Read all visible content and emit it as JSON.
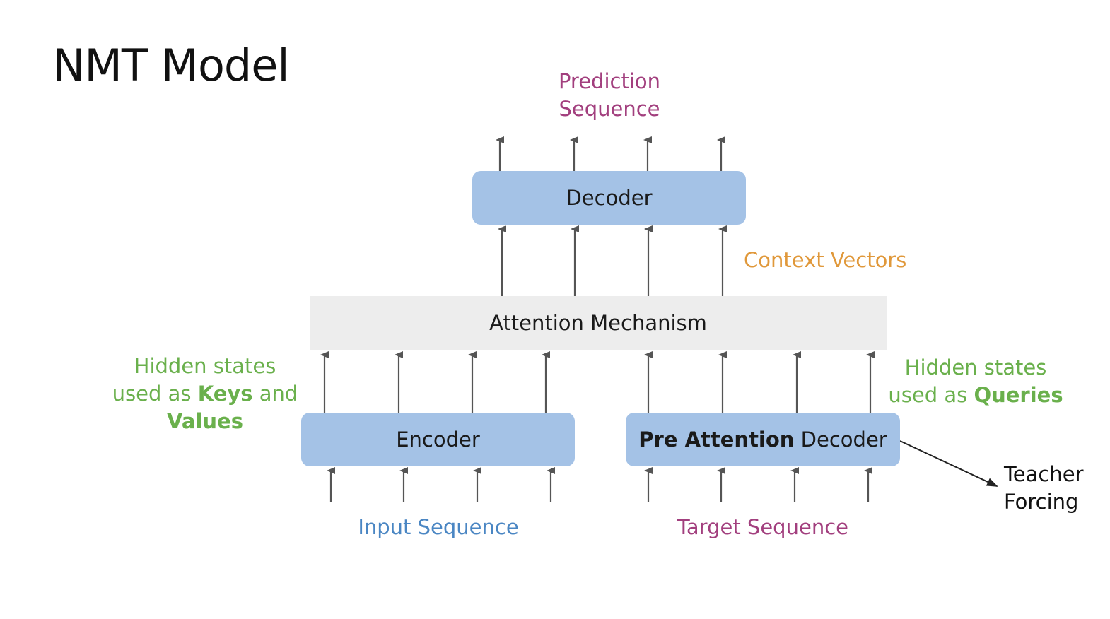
{
  "title": "NMT Model",
  "boxes": {
    "decoder": "Decoder",
    "attention": "Attention Mechanism",
    "encoder": "Encoder",
    "pre_attention_bold": "Pre Attention",
    "pre_attention_rest": " Decoder"
  },
  "labels": {
    "prediction_line1": "Prediction",
    "prediction_line2": "Sequence",
    "context_vectors": "Context Vectors",
    "keys_line1": "Hidden states",
    "keys_line2_pre": "used as ",
    "keys_line2_bold": "Keys",
    "keys_line2_post": " and",
    "keys_line3_bold": "Values",
    "queries_line1": "Hidden states",
    "queries_line2_pre": "used as ",
    "queries_line2_bold": "Queries",
    "input_sequence": "Input Sequence",
    "target_sequence": "Target Sequence",
    "teacher_line1": "Teacher",
    "teacher_line2": "Forcing"
  },
  "colors": {
    "box_blue": "#a4c2e6",
    "box_gray": "#ededed",
    "green": "#6ab04c",
    "purple": "#a23f7e",
    "orange": "#e0983a",
    "blue": "#4a86c3",
    "arrow": "#555555"
  }
}
